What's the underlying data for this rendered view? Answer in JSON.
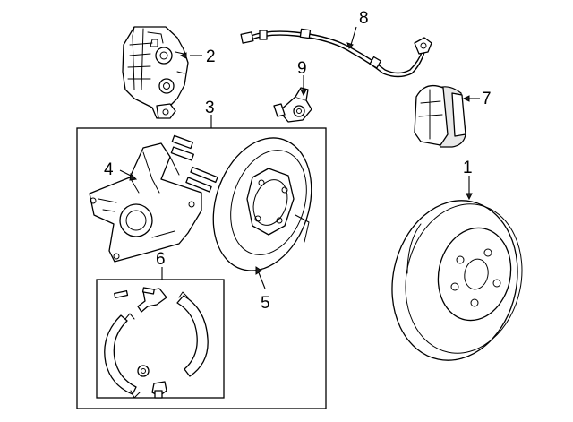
{
  "diagram": {
    "callouts": [
      {
        "id": "1",
        "label": "1"
      },
      {
        "id": "2",
        "label": "2"
      },
      {
        "id": "3",
        "label": "3"
      },
      {
        "id": "4",
        "label": "4"
      },
      {
        "id": "5",
        "label": "5"
      },
      {
        "id": "6",
        "label": "6"
      },
      {
        "id": "7",
        "label": "7"
      },
      {
        "id": "8",
        "label": "8"
      },
      {
        "id": "9",
        "label": "9"
      }
    ],
    "parts": [
      {
        "id": "1",
        "icon": "brake-rotor-icon"
      },
      {
        "id": "2",
        "icon": "brake-caliper-icon"
      },
      {
        "id": "3",
        "icon": "backing-plate-assembly-icon"
      },
      {
        "id": "4",
        "icon": "backing-plate-bracket-icon"
      },
      {
        "id": "5",
        "icon": "splash-shield-icon"
      },
      {
        "id": "6",
        "icon": "parking-brake-shoe-kit-icon"
      },
      {
        "id": "7",
        "icon": "brake-pad-icon"
      },
      {
        "id": "8",
        "icon": "abs-sensor-cable-icon"
      },
      {
        "id": "9",
        "icon": "speed-sensor-icon"
      }
    ]
  }
}
